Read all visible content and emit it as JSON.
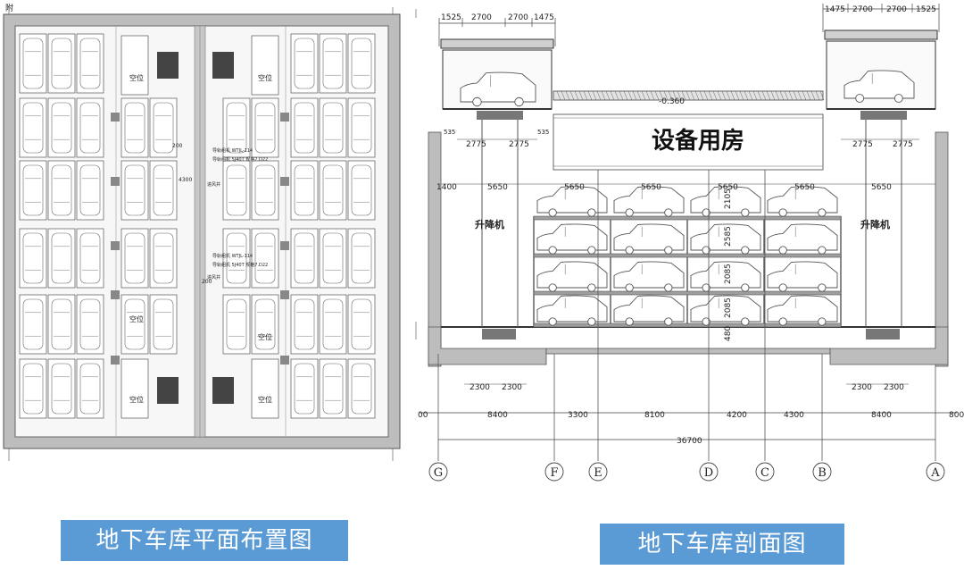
{
  "captions": {
    "plan": "地下车库平面布置图",
    "section": "地下车库剖面图"
  },
  "plan": {
    "corner_label": "附",
    "space_labels": [
      "空位",
      "空位",
      "空位",
      "空位",
      "空位",
      "空位"
    ],
    "notes": [
      "导轨组机 WTJL-114",
      "导轨组机 5J40T 规格7.D22",
      "导轨组机 WTJL-114",
      "导轨组机 5J40T 规格7.D22",
      "进风井",
      "进风井"
    ],
    "dims": [
      "200",
      "4300",
      "200"
    ]
  },
  "section": {
    "room_label": "设备用房",
    "lift_left": "升降机",
    "lift_right": "升降机",
    "level": "-0.360",
    "top_dims_left": [
      "1525",
      "2700",
      "2700",
      "1475"
    ],
    "top_dims_right": [
      "1475",
      "2700",
      "2700",
      "1525"
    ],
    "lift_dims": [
      "2775",
      "2775",
      "2775",
      "2775"
    ],
    "bay_dims": [
      "5650",
      "5650",
      "5650",
      "5650",
      "5650",
      "5650"
    ],
    "left_small": [
      "535",
      "535",
      "1400"
    ],
    "level_dims": [
      "2105",
      "2585",
      "2085",
      "2085",
      "480"
    ],
    "pit_dims": [
      "2300",
      "2300",
      "2300",
      "2300"
    ],
    "axis_dims": [
      "00",
      "8400",
      "3300",
      "8100",
      "4200",
      "4300",
      "8400",
      "800"
    ],
    "total": "36700",
    "grid_axes": [
      "G",
      "F",
      "E",
      "D",
      "C",
      "B",
      "A"
    ]
  }
}
